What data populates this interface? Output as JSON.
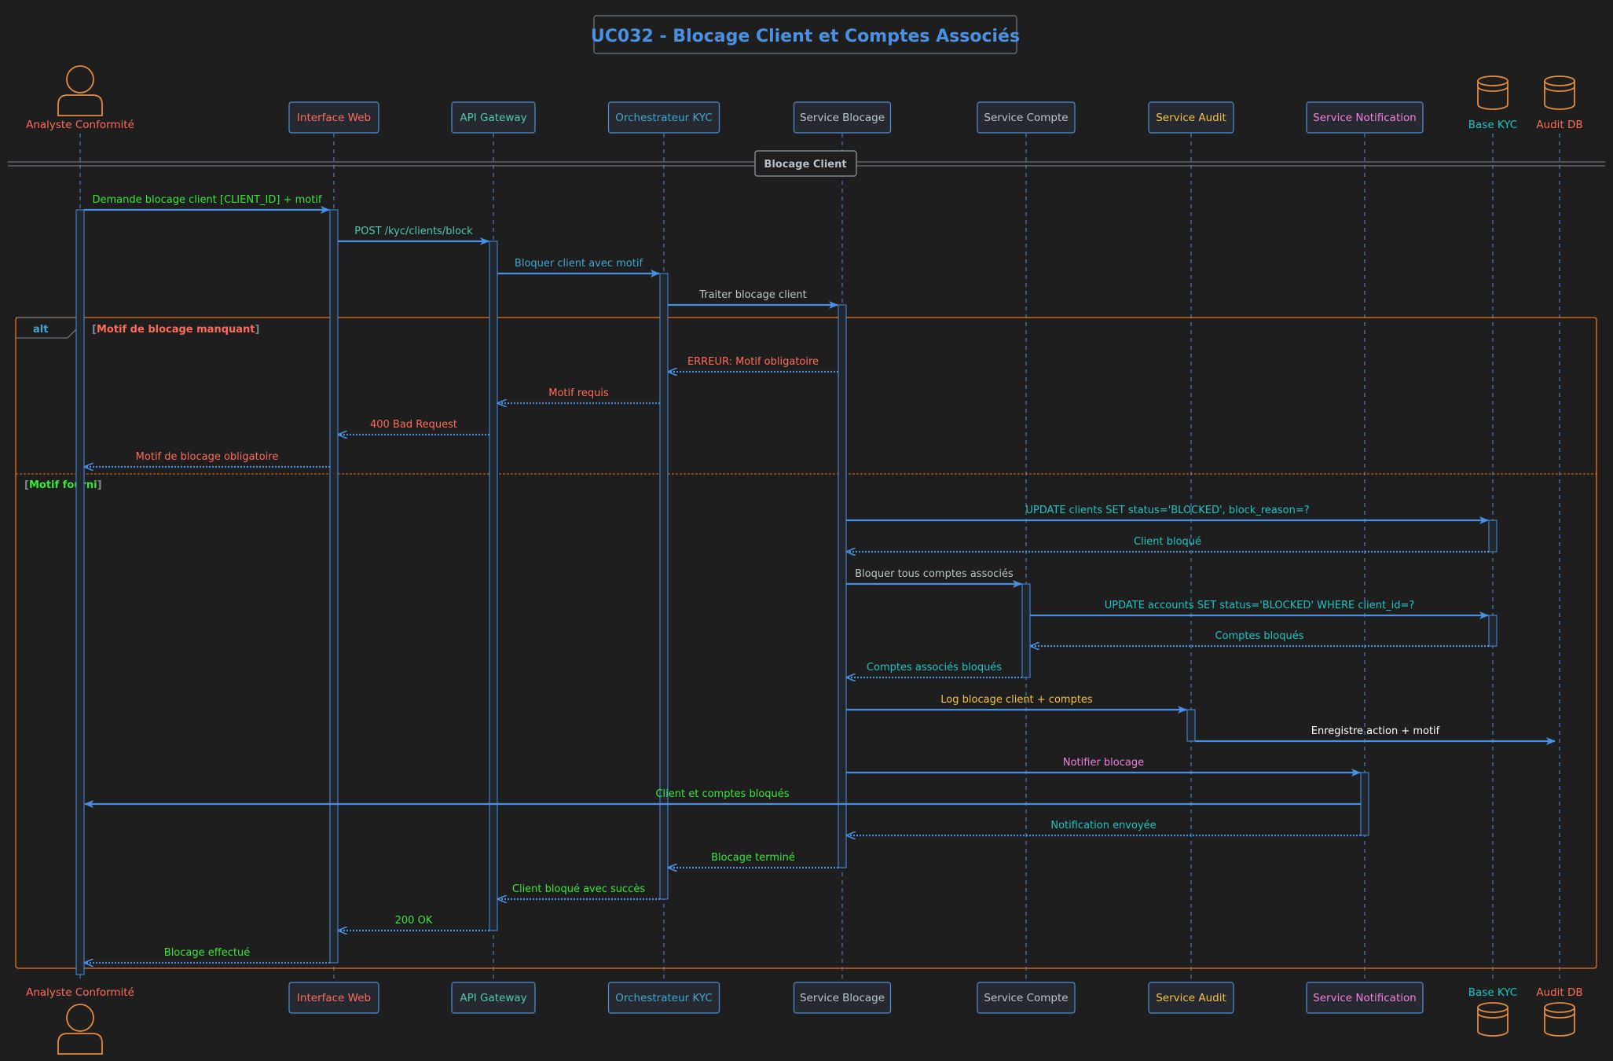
{
  "title": "UC032 - Blocage Client et Comptes Associés",
  "colors": {
    "background": "#1e1e1e",
    "box_fill": "#262a30",
    "arrow": "#4a90e2",
    "lifeline": "#4a90e2",
    "title": "#4a90e2",
    "actor": "#e38b3f",
    "frame_border": "#e8731a",
    "divider": "#7a8791"
  },
  "participants": [
    {
      "id": "analyst",
      "label": "Analyste Conformité",
      "kind": "actor",
      "color": "#ff6b5a",
      "icon": "user-icon"
    },
    {
      "id": "web",
      "label": "Interface Web",
      "kind": "box",
      "color": "#ff6b5a"
    },
    {
      "id": "gateway",
      "label": "API Gateway",
      "kind": "box",
      "color": "#4ec9b0"
    },
    {
      "id": "kyc",
      "label": "Orchestrateur KYC",
      "kind": "box",
      "color": "#3fa7d6"
    },
    {
      "id": "blocage",
      "label": "Service Blocage",
      "kind": "box",
      "color": "#b8c7c3"
    },
    {
      "id": "compte",
      "label": "Service Compte",
      "kind": "box",
      "color": "#b8c7c3"
    },
    {
      "id": "audit",
      "label": "Service Audit",
      "kind": "box",
      "color": "#f5c242"
    },
    {
      "id": "notif",
      "label": "Service Notification",
      "kind": "box",
      "color": "#f07fe0"
    },
    {
      "id": "basekyc",
      "label": "Base KYC",
      "kind": "database",
      "color": "#1fc4c4",
      "icon": "database-icon"
    },
    {
      "id": "auditdb",
      "label": "Audit DB",
      "kind": "database",
      "color": "#ff6b5a",
      "icon": "database-icon"
    }
  ],
  "divider": {
    "label": "Blocage Client"
  },
  "alt": {
    "keyword": "alt",
    "guard1": "Motif de blocage manquant",
    "guard2": "Motif fourni",
    "guard1_color": "#ff6b5a",
    "guard2_color": "#39e639"
  },
  "messages": [
    {
      "from": "analyst",
      "to": "web",
      "label": "Demande blocage client [CLIENT_ID] + motif",
      "style": "solid",
      "color": "#39e639"
    },
    {
      "from": "web",
      "to": "gateway",
      "label": "POST /kyc/clients/block",
      "style": "solid",
      "color": "#4ec9b0"
    },
    {
      "from": "gateway",
      "to": "kyc",
      "label": "Bloquer client avec motif",
      "style": "solid",
      "color": "#3fa7d6"
    },
    {
      "from": "kyc",
      "to": "blocage",
      "label": "Traiter blocage client",
      "style": "solid",
      "color": "#b8c7c3"
    },
    {
      "from": "blocage",
      "to": "kyc",
      "label": "ERREUR: Motif obligatoire",
      "style": "dotted",
      "color": "#ff6b5a"
    },
    {
      "from": "kyc",
      "to": "gateway",
      "label": "Motif requis",
      "style": "dotted",
      "color": "#ff6b5a"
    },
    {
      "from": "gateway",
      "to": "web",
      "label": "400 Bad Request",
      "style": "dotted",
      "color": "#ff6b5a"
    },
    {
      "from": "web",
      "to": "analyst",
      "label": "Motif de blocage obligatoire",
      "style": "dotted",
      "color": "#ff6b5a"
    },
    {
      "from": "blocage",
      "to": "basekyc",
      "label": "UPDATE clients SET status='BLOCKED', block_reason=?",
      "style": "solid",
      "color": "#1fc4c4"
    },
    {
      "from": "basekyc",
      "to": "blocage",
      "label": "Client bloqué",
      "style": "dotted",
      "color": "#1fc4c4"
    },
    {
      "from": "blocage",
      "to": "compte",
      "label": "Bloquer tous comptes associés",
      "style": "solid",
      "color": "#b8c7c3"
    },
    {
      "from": "compte",
      "to": "basekyc",
      "label": "UPDATE accounts SET status='BLOCKED' WHERE client_id=?",
      "style": "solid",
      "color": "#1fc4c4"
    },
    {
      "from": "basekyc",
      "to": "compte",
      "label": "Comptes bloqués",
      "style": "dotted",
      "color": "#1fc4c4"
    },
    {
      "from": "compte",
      "to": "blocage",
      "label": "Comptes associés bloqués",
      "style": "dotted",
      "color": "#1fc4c4"
    },
    {
      "from": "blocage",
      "to": "audit",
      "label": "Log blocage client + comptes",
      "style": "solid",
      "color": "#f5c242"
    },
    {
      "from": "audit",
      "to": "auditdb",
      "label": "Enregistre action + motif",
      "style": "solid",
      "color": "#ffffff"
    },
    {
      "from": "blocage",
      "to": "notif",
      "label": "Notifier blocage",
      "style": "solid",
      "color": "#f07fe0"
    },
    {
      "from": "notif",
      "to": "analyst",
      "label": "Client et comptes bloqués",
      "style": "solid",
      "color": "#39e639"
    },
    {
      "from": "notif",
      "to": "blocage",
      "label": "Notification envoyée",
      "style": "dotted",
      "color": "#1fc4c4"
    },
    {
      "from": "blocage",
      "to": "kyc",
      "label": "Blocage terminé",
      "style": "dotted",
      "color": "#39e639"
    },
    {
      "from": "kyc",
      "to": "gateway",
      "label": "Client bloqué avec succès",
      "style": "dotted",
      "color": "#39e639"
    },
    {
      "from": "gateway",
      "to": "web",
      "label": "200 OK",
      "style": "dotted",
      "color": "#39e639"
    },
    {
      "from": "web",
      "to": "analyst",
      "label": "Blocage effectué",
      "style": "dotted",
      "color": "#39e639"
    }
  ]
}
